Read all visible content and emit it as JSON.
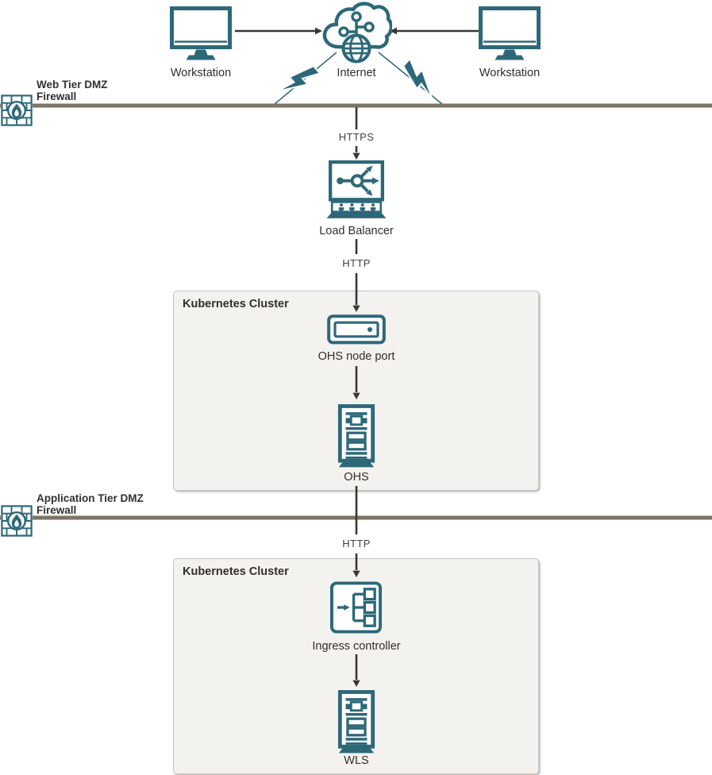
{
  "palette": {
    "icon_teal": "#2d6879",
    "arrow_dark": "#3a3631",
    "text_dark": "#322e29",
    "firewall_line_olive": "#7b7566",
    "cluster_bg": "#f4f2ef",
    "cluster_border": "#c8c5c0"
  },
  "nodes": {
    "workstation_left": {
      "label": "Workstation"
    },
    "internet": {
      "label": "Internet"
    },
    "workstation_right": {
      "label": "Workstation"
    },
    "load_balancer": {
      "label": "Load Balancer"
    },
    "ohs_node_port": {
      "label": "OHS node port"
    },
    "ohs": {
      "label": "OHS"
    },
    "ingress_controller": {
      "label": "Ingress controller"
    },
    "wls": {
      "label": "WLS"
    }
  },
  "firewalls": {
    "web_tier": {
      "label": "Web Tier DMZ\nFirewall"
    },
    "app_tier": {
      "label": "Application Tier DMZ\nFirewall"
    }
  },
  "clusters": {
    "top": {
      "title": "Kubernetes Cluster"
    },
    "bottom": {
      "title": "Kubernetes Cluster"
    }
  },
  "connections": {
    "https": "HTTPS",
    "http_top": "HTTP",
    "http_bottom": "HTTP"
  }
}
